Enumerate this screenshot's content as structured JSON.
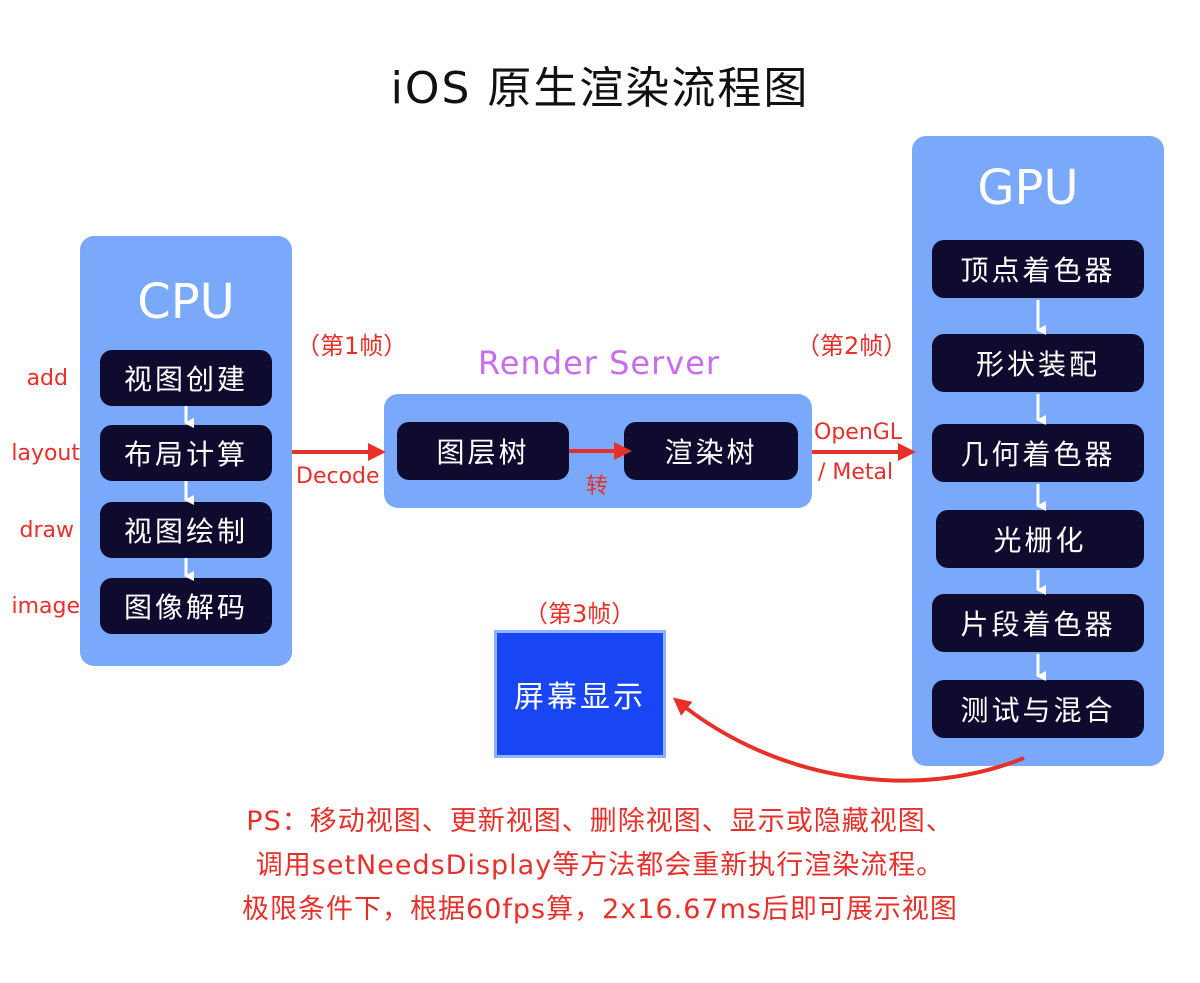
{
  "title": "iOS 原生渲染流程图",
  "cpu": {
    "title": "CPU",
    "steps": [
      "视图创建",
      "布局计算",
      "视图绘制",
      "图像解码"
    ],
    "side_labels": [
      "add",
      "layout",
      "draw",
      "image"
    ]
  },
  "frames": {
    "first": "（第1帧）",
    "second": "（第2帧）",
    "third": "（第3帧）"
  },
  "render_server": {
    "title": "Render Server",
    "layer_tree": "图层树",
    "render_tree": "渲染树",
    "convert": "转"
  },
  "decode_label": "Decode",
  "opengl_label": "OpenGL",
  "metal_label": "/ Metal",
  "gpu": {
    "title": "GPU",
    "steps": [
      "顶点着色器",
      "形状装配",
      "几何着色器",
      "光栅化",
      "片段着色器",
      "测试与混合"
    ]
  },
  "screen_display": "屏幕显示",
  "notes": [
    "PS：移动视图、更新视图、删除视图、显示或隐藏视图、",
    "调用setNeedsDisplay等方法都会重新执行渲染流程。",
    "极限条件下，根据60fps算，2x16.67ms后即可展示视图"
  ],
  "colors": {
    "panel": "#7aa8fa",
    "node": "#0f0b2e",
    "accent_red": "#e8302a",
    "render_title": "#c86cf0",
    "screen": "#1946f5"
  }
}
